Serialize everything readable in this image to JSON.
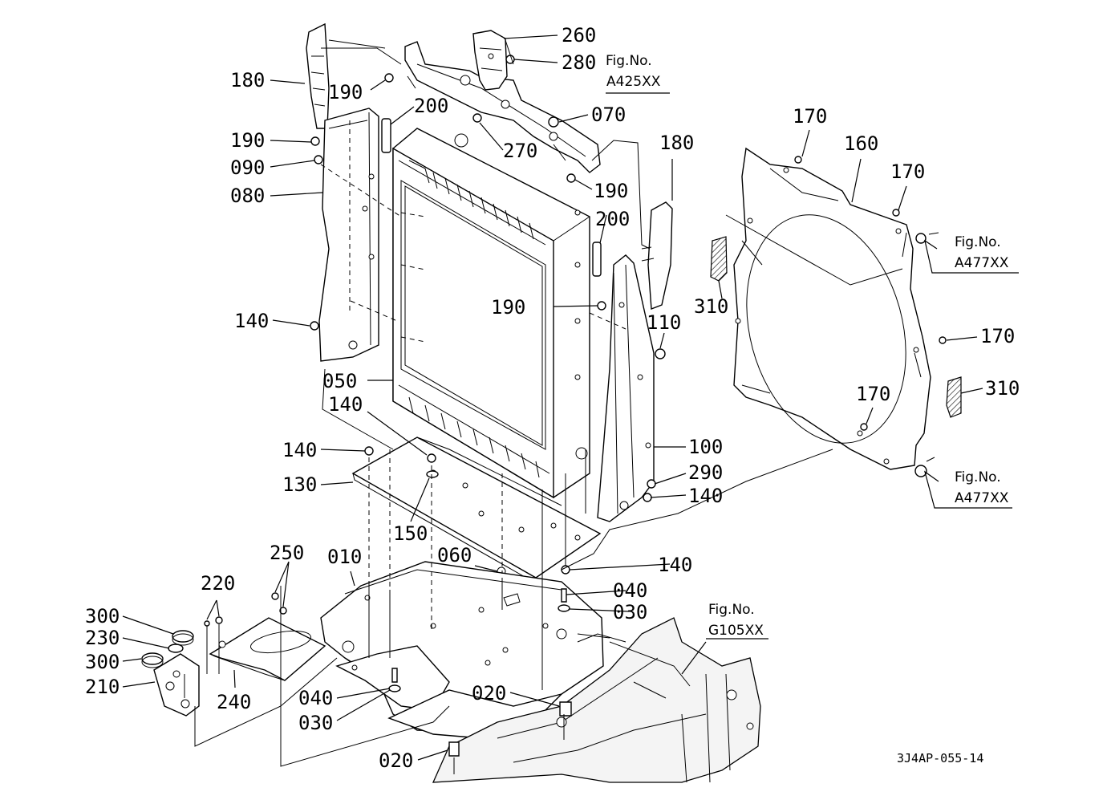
{
  "part_labels": [
    {
      "id": "l180a",
      "text": "180"
    },
    {
      "id": "l190a",
      "text": "190"
    },
    {
      "id": "l190b",
      "text": "190"
    },
    {
      "id": "l090",
      "text": "090"
    },
    {
      "id": "l080",
      "text": "080"
    },
    {
      "id": "l140a",
      "text": "140"
    },
    {
      "id": "l200a",
      "text": "200"
    },
    {
      "id": "l270",
      "text": "270"
    },
    {
      "id": "l260",
      "text": "260"
    },
    {
      "id": "l280",
      "text": "280"
    },
    {
      "id": "l070",
      "text": "070"
    },
    {
      "id": "l190c",
      "text": "190"
    },
    {
      "id": "l180b",
      "text": "180"
    },
    {
      "id": "l200b",
      "text": "200"
    },
    {
      "id": "l190d",
      "text": "190"
    },
    {
      "id": "l110",
      "text": "110"
    },
    {
      "id": "l170a",
      "text": "170"
    },
    {
      "id": "l160",
      "text": "160"
    },
    {
      "id": "l170b",
      "text": "170"
    },
    {
      "id": "l310a",
      "text": "310"
    },
    {
      "id": "l170c",
      "text": "170"
    },
    {
      "id": "l310b",
      "text": "310"
    },
    {
      "id": "l170d",
      "text": "170"
    },
    {
      "id": "l050",
      "text": "050"
    },
    {
      "id": "l140b",
      "text": "140"
    },
    {
      "id": "l140c",
      "text": "140"
    },
    {
      "id": "l130",
      "text": "130"
    },
    {
      "id": "l150",
      "text": "150"
    },
    {
      "id": "l100",
      "text": "100"
    },
    {
      "id": "l290",
      "text": "290"
    },
    {
      "id": "l140d",
      "text": "140"
    },
    {
      "id": "l010",
      "text": "010"
    },
    {
      "id": "l060",
      "text": "060"
    },
    {
      "id": "l140e",
      "text": "140"
    },
    {
      "id": "l040a",
      "text": "040"
    },
    {
      "id": "l030a",
      "text": "030"
    },
    {
      "id": "l250",
      "text": "250"
    },
    {
      "id": "l220",
      "text": "220"
    },
    {
      "id": "l300a",
      "text": "300"
    },
    {
      "id": "l230",
      "text": "230"
    },
    {
      "id": "l300b",
      "text": "300"
    },
    {
      "id": "l210",
      "text": "210"
    },
    {
      "id": "l240",
      "text": "240"
    },
    {
      "id": "l040b",
      "text": "040"
    },
    {
      "id": "l030b",
      "text": "030"
    },
    {
      "id": "l020a",
      "text": "020"
    },
    {
      "id": "l020b",
      "text": "020"
    }
  ],
  "figure_refs": [
    {
      "id": "refA425",
      "line1": "Fig.No.",
      "line2": "A425XX"
    },
    {
      "id": "refA477a",
      "line1": "Fig.No.",
      "line2": "A477XX"
    },
    {
      "id": "refA477b",
      "line1": "Fig.No.",
      "line2": "A477XX"
    },
    {
      "id": "refG105",
      "line1": "Fig.No.",
      "line2": "G105XX"
    }
  ],
  "drawing_code": "3J4AP-055-14"
}
